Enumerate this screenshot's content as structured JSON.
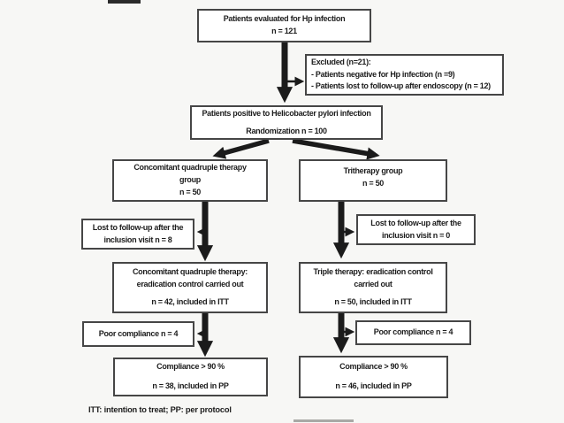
{
  "colors": {
    "paper": "#f7f7f5",
    "ink": "#1b1b1b",
    "box_border": "#464646",
    "box_fill": "#ffffff"
  },
  "diagram": {
    "boxes": {
      "evaluated": {
        "lines": [
          "Patients evaluated for Hp infection",
          "n = 121"
        ]
      },
      "excluded": {
        "lines": [
          "Excluded (n=21):",
          "- Patients negative for Hp infection (n =9)",
          "- Patients lost to follow-up after endoscopy (n = 12)"
        ]
      },
      "randomization": {
        "lines": [
          "Patients positive to Helicobacter pylori infection",
          "Randomization n = 100"
        ]
      },
      "quad_group": {
        "lines": [
          "Concomitant quadruple therapy",
          "group",
          "n = 50"
        ]
      },
      "tri_group": {
        "lines": [
          "Tritherapy group",
          "n = 50"
        ]
      },
      "quad_lost": {
        "lines": [
          "Lost to follow-up after the",
          "inclusion visit n = 8"
        ]
      },
      "tri_lost": {
        "lines": [
          "Lost to follow-up after the",
          "inclusion visit n = 0"
        ]
      },
      "quad_erad": {
        "lines": [
          "Concomitant quadruple therapy:",
          "eradication control carried out",
          "n = 42, included in ITT"
        ]
      },
      "tri_erad": {
        "lines": [
          "Triple therapy: eradication control",
          "carried out",
          "n = 50, included in ITT"
        ]
      },
      "quad_poor": {
        "lines": [
          "Poor compliance n = 4"
        ]
      },
      "tri_poor": {
        "lines": [
          "Poor compliance n = 4"
        ]
      },
      "quad_pp": {
        "lines": [
          "Compliance > 90 %",
          "n = 38, included in PP"
        ]
      },
      "tri_pp": {
        "lines": [
          "Compliance > 90 %",
          "n = 46, included in PP"
        ]
      }
    },
    "footnote": "ITT: intention to treat; PP: per protocol"
  }
}
